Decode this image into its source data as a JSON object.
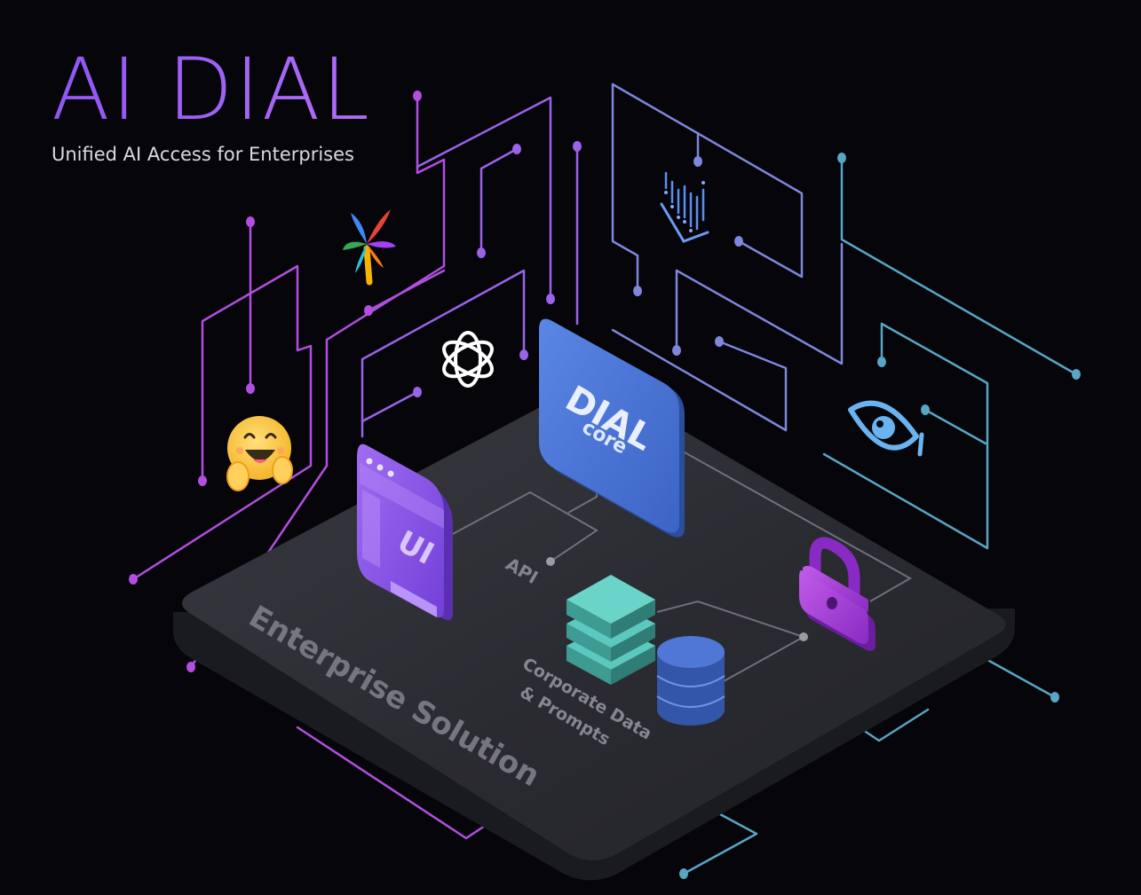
{
  "header": {
    "title": "AI DIAL",
    "subtitle": "Unified AI Access for Enterprises"
  },
  "platform": {
    "label": "Enterprise Solution"
  },
  "core": {
    "line1": "DIAL",
    "line2": "core"
  },
  "ui_panel": {
    "label": "UI"
  },
  "labels": {
    "api": "API",
    "corporate_line1": "Corporate Data",
    "corporate_line2": "& Prompts"
  },
  "icons": {
    "hugging_face": "hugging-face-icon",
    "palm": "palm-icon",
    "openai": "openai-icon",
    "wave": "wave-chart-icon",
    "eye": "eye-icon",
    "lock": "lock-icon",
    "storage_stack": "storage-stack-icon",
    "database": "database-icon"
  },
  "colors": {
    "title": "#9d5ff5",
    "purple_circuit": "#b24fe0",
    "violet_circuit": "#8f6ee8",
    "blue_circuit": "#7a8ad8",
    "teal_circuit": "#58a6c4",
    "platform": "#2c2d33",
    "core": "#4a74d3",
    "ui_panel": "#8a50e6",
    "lock": "#a43ed6",
    "stack": "#54bfb5",
    "database": "#3e63bd"
  }
}
